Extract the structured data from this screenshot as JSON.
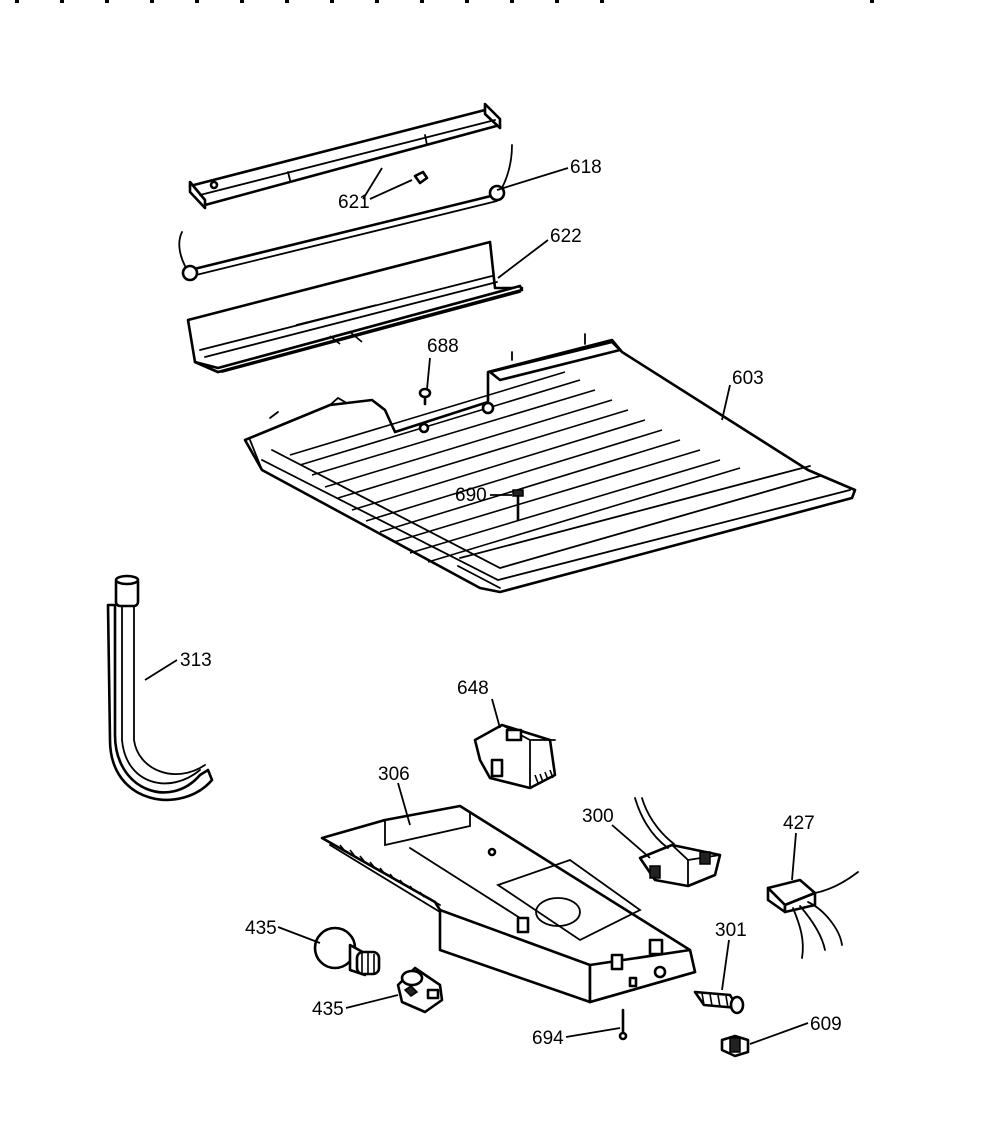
{
  "callouts": {
    "c618": "618",
    "c621": "621",
    "c622": "622",
    "c688": "688",
    "c603": "603",
    "c690": "690",
    "c313": "313",
    "c648": "648",
    "c306": "306",
    "c300": "300",
    "c427": "427",
    "c435a": "435",
    "c435b": "435",
    "c301": "301",
    "c694": "694",
    "c609": "609"
  }
}
